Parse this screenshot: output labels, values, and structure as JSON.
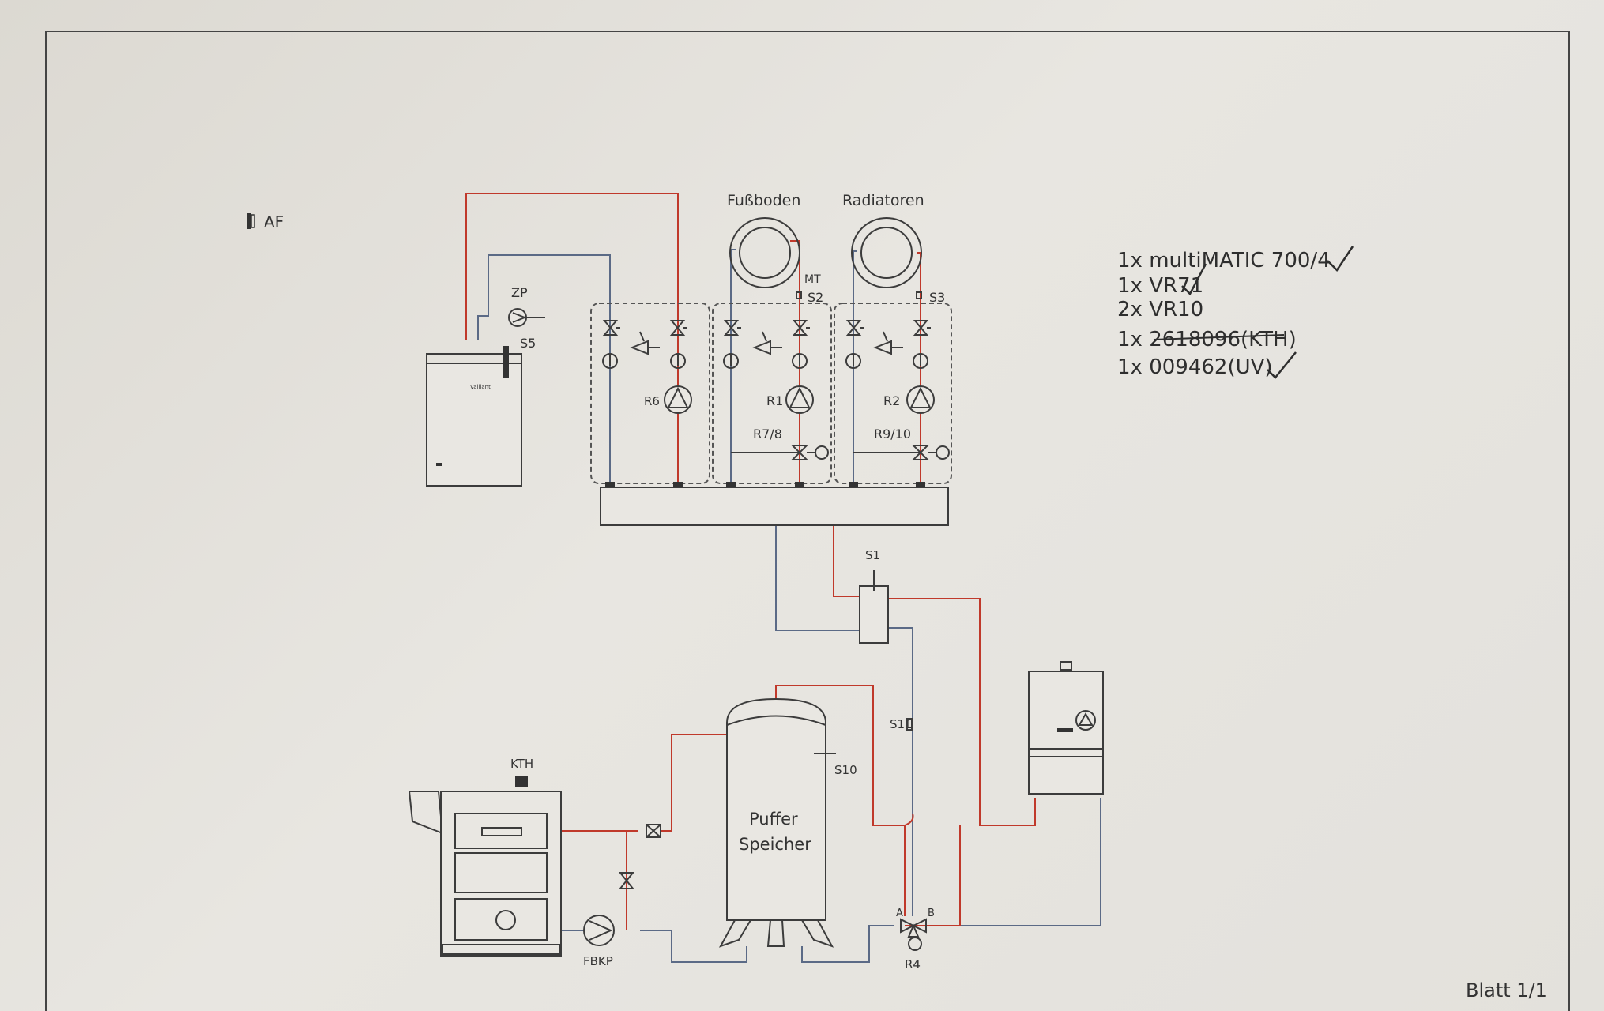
{
  "labels": {
    "af": "AF",
    "zp": "ZP",
    "s5": "S5",
    "fussboden": "Fußboden",
    "radiatoren": "Radiatoren",
    "mt": "MT",
    "s2": "S2",
    "s3": "S3",
    "r6": "R6",
    "r1": "R1",
    "r2": "R2",
    "r78": "R7/8",
    "r910": "R9/10",
    "s1": "S1",
    "s11": "S11",
    "s10": "S10",
    "kth": "KTH",
    "fbkp": "FBKP",
    "r4": "R4",
    "a": "A",
    "b": "B",
    "puffer": "Puffer",
    "speicher": "Speicher",
    "blatt": "Blatt 1/1"
  },
  "parts_list": [
    "1x multiMATIC 700/4",
    "1x VR71",
    "2x VR10",
    "1x 2618096(KTH)",
    "1x 009462(UV)"
  ],
  "colors": {
    "supply": "#c0392b",
    "return": "#5b6a86",
    "ink": "#3c3c3c"
  }
}
